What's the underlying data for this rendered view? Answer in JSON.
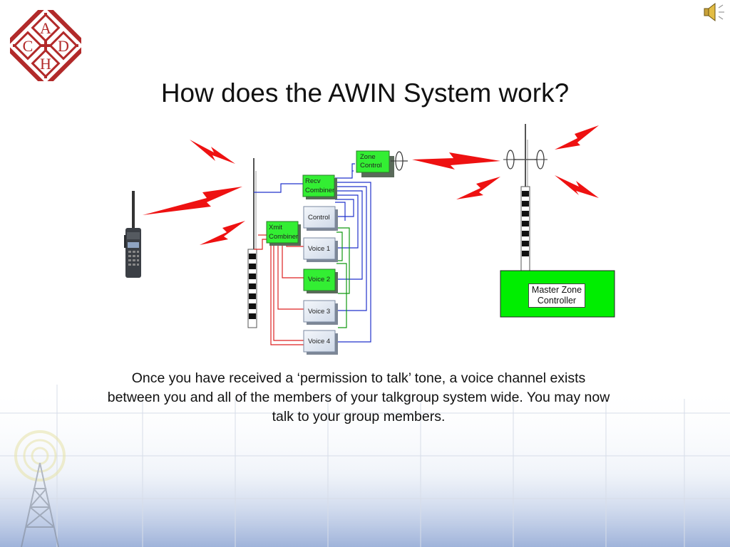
{
  "slide": {
    "title": "How does the AWIN System work?",
    "caption": "Once you have received a ‘permission to talk’ tone, a voice channel exists between you and all of the members of your talkgroup system wide. You may now talk to your group members."
  },
  "logo": {
    "letters": [
      "A",
      "C",
      "D",
      "H"
    ],
    "color": "#b22a2a"
  },
  "speaker_icon": "speaker-icon",
  "diagram": {
    "zone_control": {
      "line1": "Zone",
      "line2": "Control"
    },
    "recv_combiner": {
      "line1": "Recv",
      "line2": "Combiner"
    },
    "xmit_combiner": {
      "line1": "Xmit",
      "line2": "Combiner"
    },
    "control": "Control",
    "voice1": "Voice 1",
    "voice2": "Voice 2",
    "voice3": "Voice 3",
    "voice4": "Voice 4",
    "master_zone_controller": {
      "line1": "Master Zone",
      "line2": "Controller"
    }
  },
  "colors": {
    "green_box": "#33ee33",
    "gray_box": "#dfe8f4",
    "master_box": "#00ee00",
    "lightning": "#ee1111",
    "wire_blue": "#2233cc",
    "wire_red": "#dd2222",
    "wire_green": "#119911"
  }
}
